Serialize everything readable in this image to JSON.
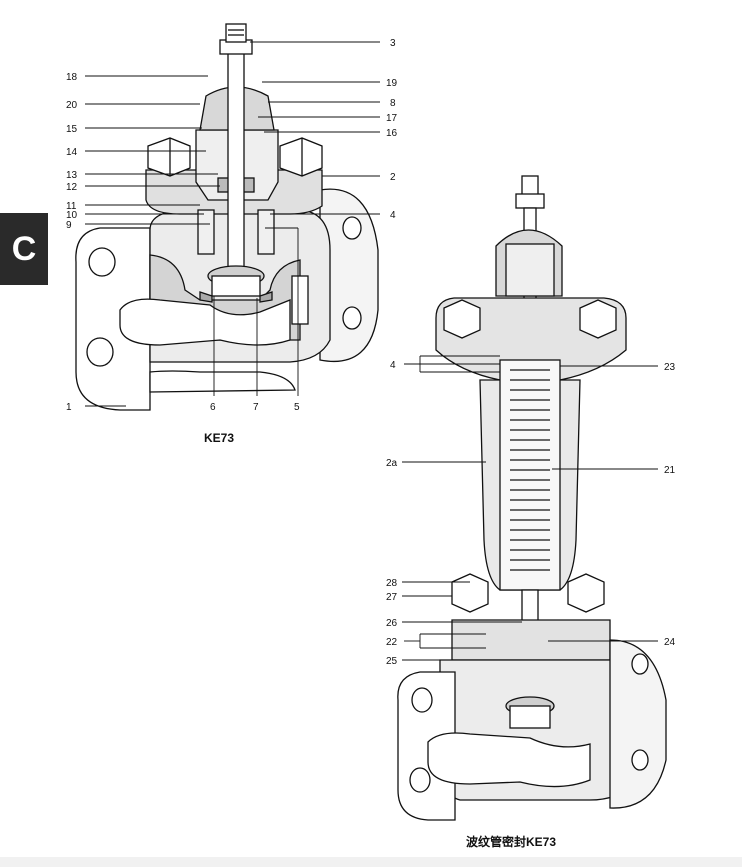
{
  "section_tab": "C",
  "figure1": {
    "caption": "KE73",
    "labels": [
      "1",
      "2",
      "3",
      "4",
      "5",
      "6",
      "7",
      "8",
      "9",
      "10",
      "11",
      "12",
      "13",
      "14",
      "15",
      "16",
      "17",
      "18",
      "19",
      "20"
    ]
  },
  "figure2": {
    "caption": "波纹管密封KE73",
    "labels": [
      "2a",
      "4",
      "21",
      "22",
      "23",
      "24",
      "25",
      "26",
      "27",
      "28"
    ]
  }
}
